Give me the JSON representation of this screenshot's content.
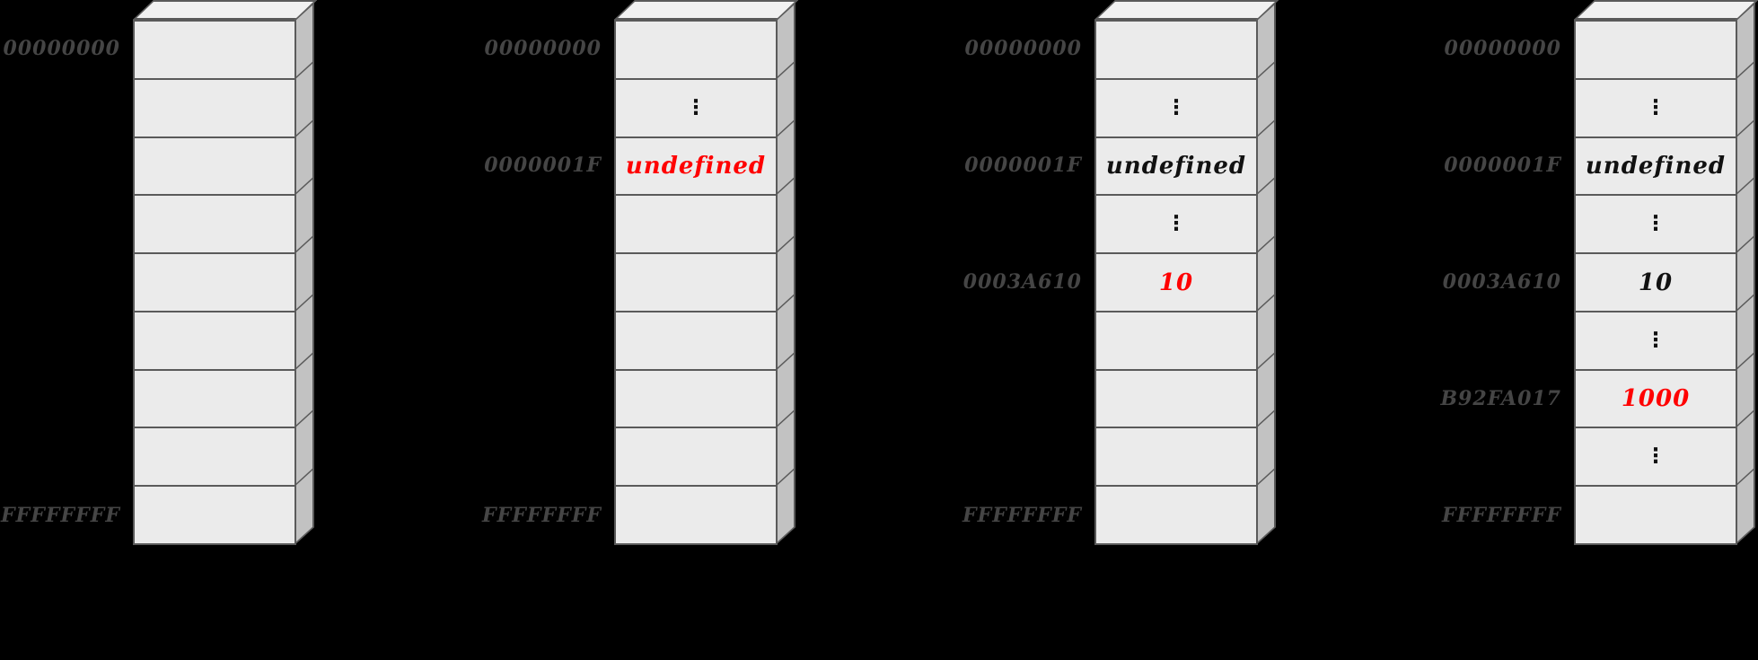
{
  "diagram": {
    "title": "memory-address-space-progression",
    "background_color": "#000000",
    "cell_front_color": "#ebebeb",
    "cell_side_color": "#c2c2c2",
    "cell_top_color": "#f1f1f1",
    "border_color": "#5a5a5a",
    "address_text_color": "#454545",
    "value_text_color": "#111111",
    "highlight_color": "#ff0000",
    "ellipsis_glyph": "⋮",
    "columns": [
      {
        "name": "memory-state-1",
        "rows": [
          {
            "address": "00000000",
            "value": "",
            "kind": "empty",
            "highlight": false
          },
          {
            "address": "",
            "value": "",
            "kind": "empty",
            "highlight": false
          },
          {
            "address": "",
            "value": "",
            "kind": "empty",
            "highlight": false
          },
          {
            "address": "",
            "value": "",
            "kind": "empty",
            "highlight": false
          },
          {
            "address": "",
            "value": "",
            "kind": "empty",
            "highlight": false
          },
          {
            "address": "",
            "value": "",
            "kind": "empty",
            "highlight": false
          },
          {
            "address": "",
            "value": "",
            "kind": "empty",
            "highlight": false
          },
          {
            "address": "",
            "value": "",
            "kind": "empty",
            "highlight": false
          },
          {
            "address": "FFFFFFFF",
            "value": "",
            "kind": "empty",
            "highlight": false
          }
        ]
      },
      {
        "name": "memory-state-2",
        "rows": [
          {
            "address": "00000000",
            "value": "",
            "kind": "empty",
            "highlight": false
          },
          {
            "address": "",
            "value": "⋮",
            "kind": "dots",
            "highlight": false
          },
          {
            "address": "0000001F",
            "value": "undefined",
            "kind": "value",
            "highlight": true
          },
          {
            "address": "",
            "value": "",
            "kind": "empty",
            "highlight": false
          },
          {
            "address": "",
            "value": "",
            "kind": "empty",
            "highlight": false
          },
          {
            "address": "",
            "value": "",
            "kind": "empty",
            "highlight": false
          },
          {
            "address": "",
            "value": "",
            "kind": "empty",
            "highlight": false
          },
          {
            "address": "",
            "value": "",
            "kind": "empty",
            "highlight": false
          },
          {
            "address": "FFFFFFFF",
            "value": "",
            "kind": "empty",
            "highlight": false
          }
        ]
      },
      {
        "name": "memory-state-3",
        "rows": [
          {
            "address": "00000000",
            "value": "",
            "kind": "empty",
            "highlight": false
          },
          {
            "address": "",
            "value": "⋮",
            "kind": "dots",
            "highlight": false
          },
          {
            "address": "0000001F",
            "value": "undefined",
            "kind": "value",
            "highlight": false
          },
          {
            "address": "",
            "value": "⋮",
            "kind": "dots",
            "highlight": false
          },
          {
            "address": "0003A610",
            "value": "10",
            "kind": "value",
            "highlight": true
          },
          {
            "address": "",
            "value": "",
            "kind": "empty",
            "highlight": false
          },
          {
            "address": "",
            "value": "",
            "kind": "empty",
            "highlight": false
          },
          {
            "address": "",
            "value": "",
            "kind": "empty",
            "highlight": false
          },
          {
            "address": "FFFFFFFF",
            "value": "",
            "kind": "empty",
            "highlight": false
          }
        ]
      },
      {
        "name": "memory-state-4",
        "rows": [
          {
            "address": "00000000",
            "value": "",
            "kind": "empty",
            "highlight": false
          },
          {
            "address": "",
            "value": "⋮",
            "kind": "dots",
            "highlight": false
          },
          {
            "address": "0000001F",
            "value": "undefined",
            "kind": "value",
            "highlight": false
          },
          {
            "address": "",
            "value": "⋮",
            "kind": "dots",
            "highlight": false
          },
          {
            "address": "0003A610",
            "value": "10",
            "kind": "value",
            "highlight": false
          },
          {
            "address": "",
            "value": "⋮",
            "kind": "dots",
            "highlight": false
          },
          {
            "address": "B92FA017",
            "value": "1000",
            "kind": "value",
            "highlight": true
          },
          {
            "address": "",
            "value": "⋮",
            "kind": "dots",
            "highlight": false
          },
          {
            "address": "FFFFFFFF",
            "value": "",
            "kind": "empty",
            "highlight": false
          }
        ]
      }
    ]
  }
}
